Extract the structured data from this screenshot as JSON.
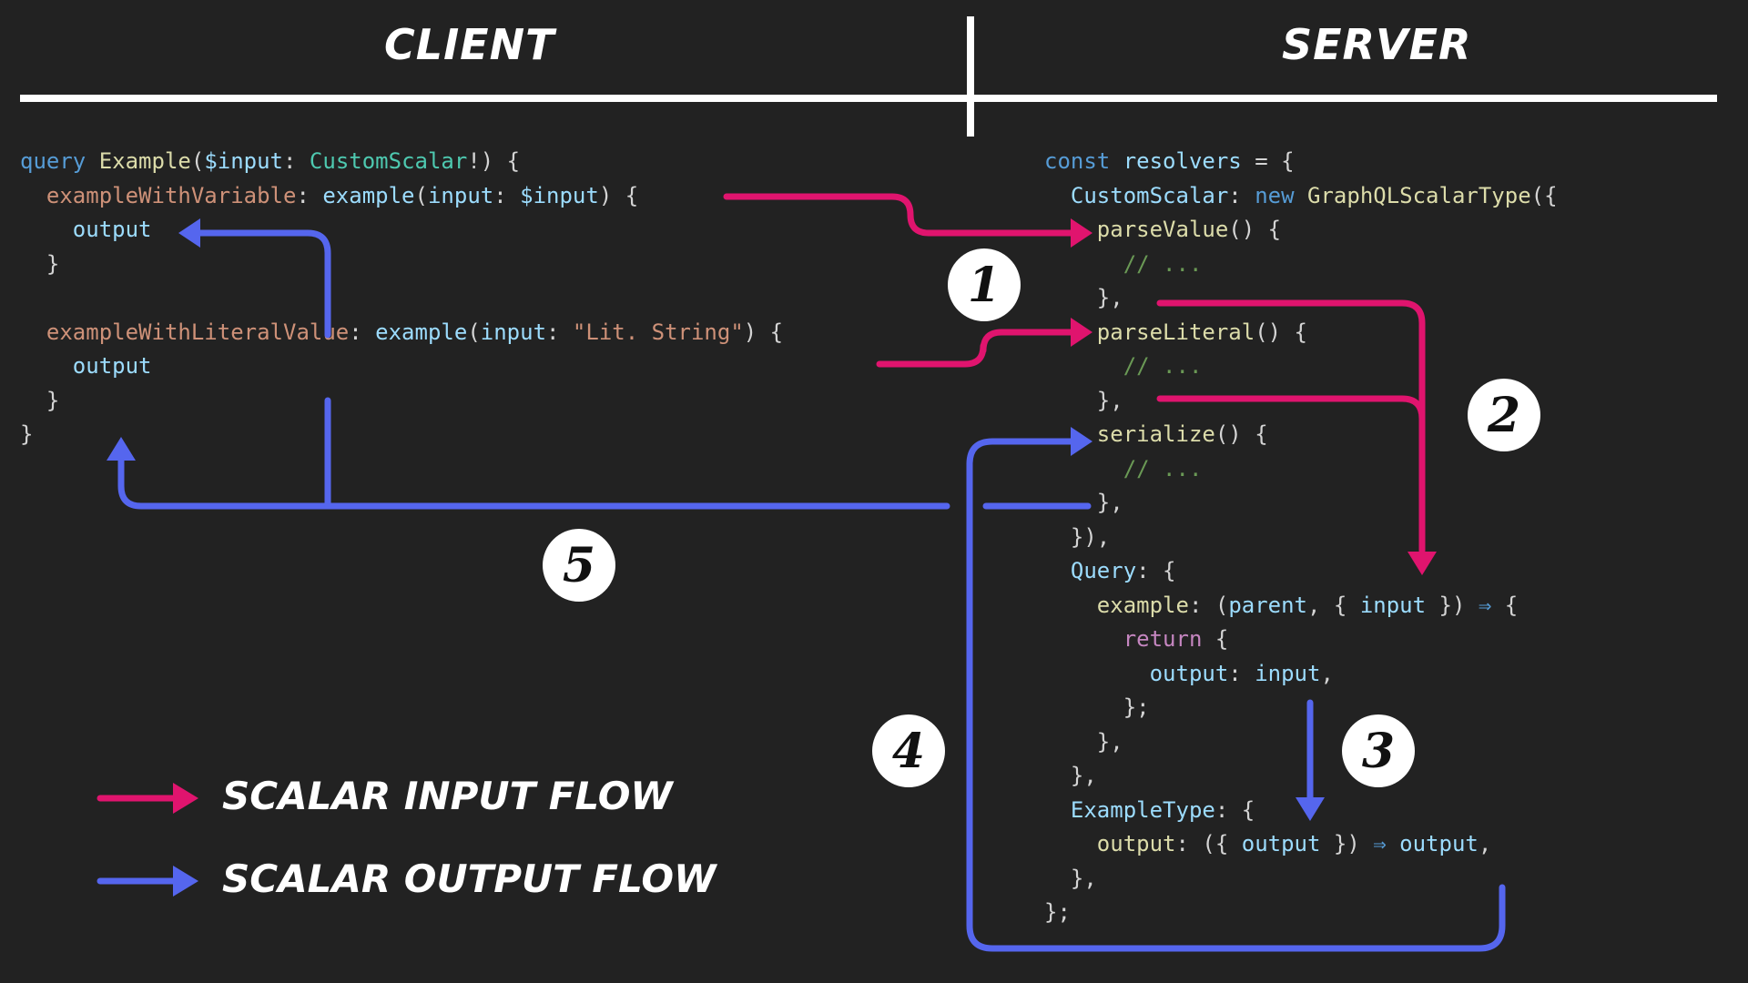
{
  "headers": {
    "client": "CLIENT",
    "server": "SERVER"
  },
  "client_code": [
    [
      [
        "query",
        "kw"
      ],
      [
        " ",
        "ppl"
      ],
      [
        "Example",
        "fn"
      ],
      [
        "(",
        "ppl"
      ],
      [
        "$input",
        "var"
      ],
      [
        ": ",
        "ppl"
      ],
      [
        "CustomScalar",
        "type"
      ],
      [
        "!) {",
        "ppl"
      ]
    ],
    [
      [
        "  ",
        "ppl"
      ],
      [
        "exampleWithVariable",
        "field"
      ],
      [
        ": ",
        "ppl"
      ],
      [
        "example",
        "var"
      ],
      [
        "(",
        "ppl"
      ],
      [
        "input",
        "var"
      ],
      [
        ": ",
        "ppl"
      ],
      [
        "$input",
        "var"
      ],
      [
        ") {",
        "ppl"
      ]
    ],
    [
      [
        "    ",
        "ppl"
      ],
      [
        "output",
        "var"
      ]
    ],
    [
      [
        "  }",
        "ppl"
      ]
    ],
    [],
    [
      [
        "  ",
        "ppl"
      ],
      [
        "exampleWithLiteralValue",
        "field"
      ],
      [
        ": ",
        "ppl"
      ],
      [
        "example",
        "var"
      ],
      [
        "(",
        "ppl"
      ],
      [
        "input",
        "var"
      ],
      [
        ": ",
        "ppl"
      ],
      [
        "\"Lit. String\"",
        "str"
      ],
      [
        ") {",
        "ppl"
      ]
    ],
    [
      [
        "    ",
        "ppl"
      ],
      [
        "output",
        "var"
      ]
    ],
    [
      [
        "  }",
        "ppl"
      ]
    ],
    [
      [
        "}",
        "ppl"
      ]
    ]
  ],
  "server_code": [
    [
      [
        "const",
        "kw"
      ],
      [
        " ",
        "ppl"
      ],
      [
        "resolvers",
        "var"
      ],
      [
        " = {",
        "ppl"
      ]
    ],
    [
      [
        "  ",
        "ppl"
      ],
      [
        "CustomScalar",
        "var"
      ],
      [
        ": ",
        "ppl"
      ],
      [
        "new",
        "kw"
      ],
      [
        " ",
        "ppl"
      ],
      [
        "GraphQLScalarType",
        "fn"
      ],
      [
        "({",
        "ppl"
      ]
    ],
    [
      [
        "    ",
        "ppl"
      ],
      [
        "parseValue",
        "fn"
      ],
      [
        "() {",
        "ppl"
      ]
    ],
    [
      [
        "      ",
        "ppl"
      ],
      [
        "// ...",
        "cmt"
      ]
    ],
    [
      [
        "    },",
        "ppl"
      ]
    ],
    [
      [
        "    ",
        "ppl"
      ],
      [
        "parseLiteral",
        "fn"
      ],
      [
        "() {",
        "ppl"
      ]
    ],
    [
      [
        "      ",
        "ppl"
      ],
      [
        "// ...",
        "cmt"
      ]
    ],
    [
      [
        "    },",
        "ppl"
      ]
    ],
    [
      [
        "    ",
        "ppl"
      ],
      [
        "serialize",
        "fn"
      ],
      [
        "() {",
        "ppl"
      ]
    ],
    [
      [
        "      ",
        "ppl"
      ],
      [
        "// ...",
        "cmt"
      ]
    ],
    [
      [
        "    },",
        "ppl"
      ]
    ],
    [
      [
        "  }),",
        "ppl"
      ]
    ],
    [
      [
        "  ",
        "ppl"
      ],
      [
        "Query",
        "var"
      ],
      [
        ": {",
        "ppl"
      ]
    ],
    [
      [
        "    ",
        "ppl"
      ],
      [
        "example",
        "fn"
      ],
      [
        ": (",
        "ppl"
      ],
      [
        "parent",
        "var"
      ],
      [
        ", { ",
        "ppl"
      ],
      [
        "input",
        "var"
      ],
      [
        " }) ",
        "ppl"
      ],
      [
        "⇒",
        "arrow"
      ],
      [
        " {",
        "ppl"
      ]
    ],
    [
      [
        "      ",
        "ppl"
      ],
      [
        "return",
        "ret"
      ],
      [
        " {",
        "ppl"
      ]
    ],
    [
      [
        "        ",
        "ppl"
      ],
      [
        "output",
        "var"
      ],
      [
        ": ",
        "ppl"
      ],
      [
        "input",
        "var"
      ],
      [
        ",",
        "ppl"
      ]
    ],
    [
      [
        "      };",
        "ppl"
      ]
    ],
    [
      [
        "    },",
        "ppl"
      ]
    ],
    [
      [
        "  },",
        "ppl"
      ]
    ],
    [
      [
        "  ",
        "ppl"
      ],
      [
        "ExampleType",
        "var"
      ],
      [
        ": {",
        "ppl"
      ]
    ],
    [
      [
        "    ",
        "ppl"
      ],
      [
        "output",
        "fn"
      ],
      [
        ": ({ ",
        "ppl"
      ],
      [
        "output",
        "var"
      ],
      [
        " }) ",
        "ppl"
      ],
      [
        "⇒",
        "arrow"
      ],
      [
        " ",
        "ppl"
      ],
      [
        "output",
        "var"
      ],
      [
        ",",
        "ppl"
      ]
    ],
    [
      [
        "  },",
        "ppl"
      ]
    ],
    [
      [
        "};",
        "ppl"
      ]
    ]
  ],
  "steps": [
    "1",
    "2",
    "3",
    "4",
    "5"
  ],
  "legend": {
    "input_label": "SCALAR INPUT FLOW",
    "output_label": "SCALAR OUTPUT FLOW"
  },
  "colors": {
    "input_flow": "#e0146e",
    "output_flow": "#5566ee",
    "background": "#222222"
  }
}
